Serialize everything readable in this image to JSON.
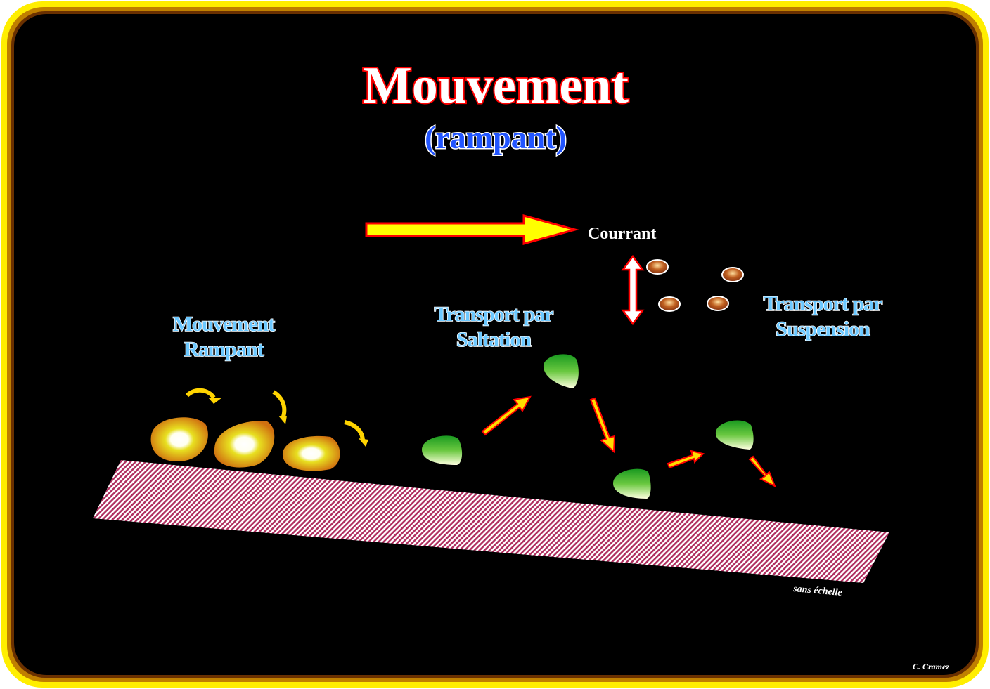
{
  "title": "Mouvement",
  "subtitle": "(rampant)",
  "current_label": "Courrant",
  "labels": {
    "creep": [
      "Mouvement",
      "Rampant"
    ],
    "saltation": [
      "Transport par",
      "Saltation"
    ],
    "suspension": [
      "Transport par",
      "Suspension"
    ]
  },
  "scale_note": "sans échelle",
  "credit": "C. Cramez",
  "colors": {
    "frame": "#ffee00",
    "title_stroke": "#ff0000",
    "label": "#6cc8ff",
    "subtitle": "#2255ff"
  }
}
